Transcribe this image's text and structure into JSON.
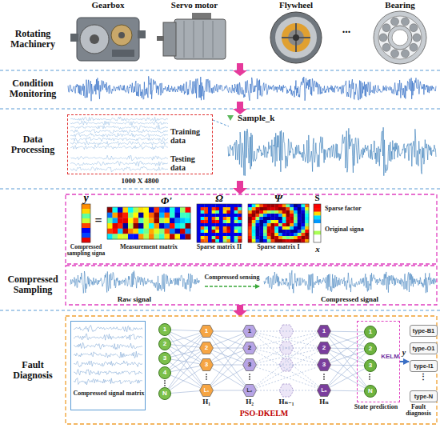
{
  "diagram": {
    "nodes": [
      {
        "text": [
          "Training data",
          "Testing data"
        ]
      },
      {
        "text": [
          "y",
          "Compressed sampling signa"
        ]
      },
      {
        "text": [
          "Φ'",
          "Measurement matrix"
        ]
      },
      {
        "text": [
          "Ω",
          "Sparse matrix II"
        ]
      },
      {
        "text": [
          "Ψ",
          "Sparse matrix I"
        ]
      },
      {
        "text": [
          "S",
          "Sparse factor"
        ]
      },
      {
        "text": [
          "Compressed signal matrix"
        ]
      },
      {
        "text": [
          "1"
        ]
      },
      {
        "text": [
          "2"
        ]
      },
      {
        "text": [
          "3"
        ]
      },
      {
        "text": [
          "4"
        ]
      },
      {
        "text": [
          "N"
        ]
      },
      {
        "text": [
          "1"
        ]
      },
      {
        "text": [
          "2"
        ]
      },
      {
        "text": [
          "3"
        ]
      },
      {
        "text": [
          "L₁"
        ]
      },
      {
        "text": [
          "1"
        ]
      },
      {
        "text": [
          "2"
        ]
      },
      {
        "text": [
          "3"
        ]
      },
      {
        "text": [
          "L₂"
        ]
      },
      {
        "text": [
          "1"
        ]
      },
      {
        "text": [
          "2"
        ]
      },
      {
        "text": [
          "3"
        ]
      },
      {
        "text": [
          "Lₙ"
        ]
      },
      {
        "text": [
          "KELM"
        ]
      },
      {
        "text": [
          "1"
        ],
        "in": 24
      },
      {
        "text": [
          "2"
        ],
        "in": 24
      },
      {
        "text": [
          "3"
        ],
        "in": 24
      },
      {
        "text": [
          "N"
        ],
        "in": 24
      },
      {
        "text": [
          "type-B1"
        ]
      },
      {
        "text": [
          "type-O1"
        ]
      },
      {
        "text": [
          "type-I1"
        ]
      },
      {
        "text": [
          "type-N"
        ]
      }
    ],
    "edges": [
      {
        "from": 7,
        "to": 12,
        "arrow": "none"
      },
      {
        "from": 7,
        "to": 13,
        "arrow": "none"
      },
      {
        "from": 7,
        "to": 14,
        "arrow": "none"
      },
      {
        "from": 7,
        "to": 15,
        "arrow": "none"
      },
      {
        "from": 8,
        "to": 12,
        "arrow": "none"
      },
      {
        "from": 8,
        "to": 13,
        "arrow": "none"
      },
      {
        "from": 8,
        "to": 14,
        "arrow": "none"
      },
      {
        "from": 8,
        "to": 15,
        "arrow": "none"
      },
      {
        "from": 9,
        "to": 12,
        "arrow": "none"
      },
      {
        "from": 9,
        "to": 13,
        "arrow": "none"
      },
      {
        "from": 9,
        "to": 14,
        "arrow": "none"
      },
      {
        "from": 9,
        "to": 15,
        "arrow": "none"
      },
      {
        "from": 10,
        "to": 12,
        "arrow": "none"
      },
      {
        "from": 10,
        "to": 13,
        "arrow": "none"
      },
      {
        "from": 10,
        "to": 14,
        "arrow": "none"
      },
      {
        "from": 10,
        "to": 15,
        "arrow": "none"
      },
      {
        "from": 11,
        "to": 12,
        "arrow": "none"
      },
      {
        "from": 11,
        "to": 13,
        "arrow": "none"
      },
      {
        "from": 11,
        "to": 14,
        "arrow": "none"
      },
      {
        "from": 11,
        "to": 15,
        "arrow": "none"
      },
      {
        "from": 12,
        "to": 16,
        "arrow": "none"
      },
      {
        "from": 12,
        "to": 17,
        "arrow": "none"
      },
      {
        "from": 12,
        "to": 18,
        "arrow": "none"
      },
      {
        "from": 12,
        "to": 19,
        "arrow": "none"
      },
      {
        "from": 13,
        "to": 16,
        "arrow": "none"
      },
      {
        "from": 13,
        "to": 17,
        "arrow": "none"
      },
      {
        "from": 13,
        "to": 18,
        "arrow": "none"
      },
      {
        "from": 13,
        "to": 19,
        "arrow": "none"
      },
      {
        "from": 14,
        "to": 16,
        "arrow": "none"
      },
      {
        "from": 14,
        "to": 17,
        "arrow": "none"
      },
      {
        "from": 14,
        "to": 18,
        "arrow": "none"
      },
      {
        "from": 14,
        "to": 19,
        "arrow": "none"
      },
      {
        "from": 15,
        "to": 16,
        "arrow": "none"
      },
      {
        "from": 15,
        "to": 17,
        "arrow": "none"
      },
      {
        "from": 15,
        "to": 18,
        "arrow": "none"
      },
      {
        "from": 15,
        "to": 19,
        "arrow": "none"
      },
      {
        "from": 16,
        "to": 20,
        "arrow": "none"
      },
      {
        "from": 16,
        "to": 21,
        "arrow": "none"
      },
      {
        "from": 16,
        "to": 22,
        "arrow": "none"
      },
      {
        "from": 16,
        "to": 23,
        "arrow": "none"
      },
      {
        "from": 17,
        "to": 20,
        "arrow": "none"
      },
      {
        "from": 17,
        "to": 21,
        "arrow": "none"
      },
      {
        "from": 17,
        "to": 22,
        "arrow": "none"
      },
      {
        "from": 17,
        "to": 23,
        "arrow": "none"
      },
      {
        "from": 18,
        "to": 20,
        "arrow": "none"
      },
      {
        "from": 18,
        "to": 21,
        "arrow": "none"
      },
      {
        "from": 18,
        "to": 22,
        "arrow": "none"
      },
      {
        "from": 18,
        "to": 23,
        "arrow": "none"
      },
      {
        "from": 19,
        "to": 20,
        "arrow": "none"
      },
      {
        "from": 19,
        "to": 21,
        "arrow": "none"
      },
      {
        "from": 19,
        "to": 22,
        "arrow": "none"
      },
      {
        "from": 19,
        "to": 23,
        "arrow": "none"
      },
      {
        "from": 20,
        "to": 25,
        "arrow": "none"
      },
      {
        "from": 20,
        "to": 26,
        "arrow": "none"
      },
      {
        "from": 20,
        "to": 27,
        "arrow": "none"
      },
      {
        "from": 20,
        "to": 28,
        "arrow": "none"
      },
      {
        "from": 21,
        "to": 25,
        "arrow": "none"
      },
      {
        "from": 21,
        "to": 26,
        "arrow": "none"
      },
      {
        "from": 21,
        "to": 27,
        "arrow": "none"
      },
      {
        "from": 21,
        "to": 28,
        "arrow": "none"
      },
      {
        "from": 22,
        "to": 25,
        "arrow": "none"
      },
      {
        "from": 22,
        "to": 26,
        "arrow": "none"
      },
      {
        "from": 22,
        "to": 27,
        "arrow": "none"
      },
      {
        "from": 22,
        "to": 28,
        "arrow": "none"
      },
      {
        "from": 23,
        "to": 25,
        "arrow": "none"
      },
      {
        "from": 23,
        "to": 26,
        "arrow": "none"
      },
      {
        "from": 23,
        "to": 27,
        "arrow": "none"
      },
      {
        "from": 23,
        "to": 28,
        "arrow": "none"
      }
    ],
    "labels": [
      "Rotating Machinery",
      "Gearbox",
      "Servo motor",
      "Flywheel",
      "...",
      "Bearing",
      "Condition Monitoring",
      "Data Processing",
      "Sample_k",
      "1000 X 4800",
      "=",
      "Original signa",
      "x",
      "Compressed Sampling",
      "Raw signal",
      "Compressed sensing",
      "Compressed signal",
      "Fault Diagnosis",
      "H₁",
      "H₂",
      "Hₙ₋₁",
      "Hₙ",
      "PSO-DKELM",
      "y",
      "⋮",
      "State prediction",
      "Fault diagnosis"
    ]
  }
}
